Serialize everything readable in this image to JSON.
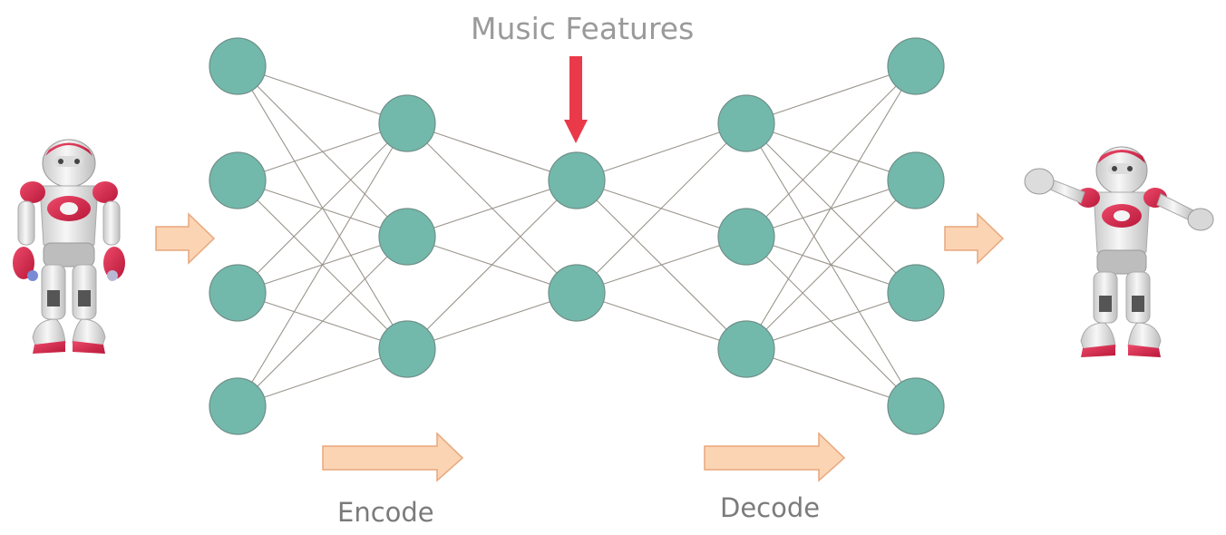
{
  "labels": {
    "music_features": "Music Features",
    "encode": "Encode",
    "decode": "Decode"
  },
  "network": {
    "layer_sizes": [
      4,
      3,
      2,
      3,
      4
    ],
    "node_color": "#72b9ac",
    "node_stroke": "#6f8f88",
    "edge_color": "#9a948c"
  },
  "colors": {
    "flow_arrow_fill": "#fbd4b4",
    "flow_arrow_stroke": "#e8a77c",
    "music_arrow": "#ea3a4a",
    "robot_accent": "#cc2244"
  }
}
